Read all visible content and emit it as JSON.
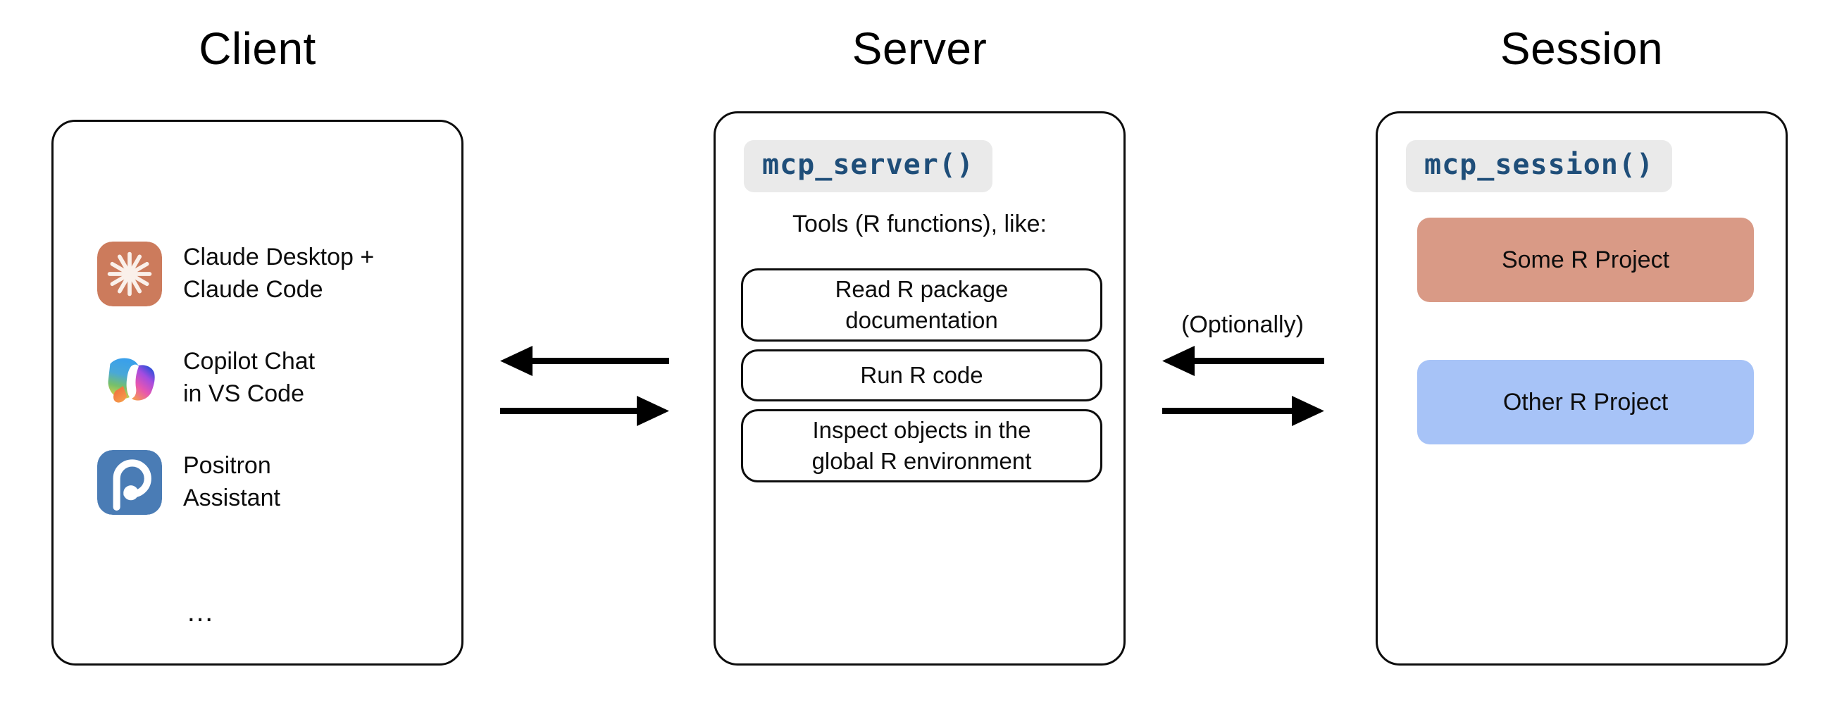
{
  "columns": {
    "client_title": "Client",
    "server_title": "Server",
    "session_title": "Session"
  },
  "client": {
    "items": [
      {
        "icon": "claude-icon",
        "label": "Claude Desktop +\nClaude Code"
      },
      {
        "icon": "copilot-icon",
        "label": "Copilot Chat\nin VS Code"
      },
      {
        "icon": "positron-icon",
        "label": "Positron\nAssistant"
      }
    ],
    "ellipsis": "…"
  },
  "server": {
    "code_chip": "mcp_server()",
    "tools_caption": "Tools (R functions), like:",
    "tools": [
      {
        "label": "Read R package\ndocumentation",
        "lines": 2
      },
      {
        "label": "Run R code",
        "lines": 1
      },
      {
        "label": "Inspect objects in the\nglobal R environment",
        "lines": 2
      }
    ]
  },
  "session": {
    "code_chip": "mcp_session()",
    "projects": [
      {
        "label": "Some R Project",
        "color": "#d99a86"
      },
      {
        "label": "Other R Project",
        "color": "#a7c3f7"
      }
    ]
  },
  "connectors": {
    "client_server": {
      "top_arrow_direction": "left",
      "bottom_arrow_direction": "right"
    },
    "server_session": {
      "label": "(Optionally)",
      "top_arrow_direction": "left",
      "bottom_arrow_direction": "right"
    }
  },
  "colors": {
    "stroke": "#0d0d0d",
    "code_text": "#1f4e79",
    "code_chip_bg": "#eaeaea",
    "claude_bg": "#cc7b5c",
    "claude_mark": "#faf0ea",
    "positron_bg": "#4a7cb5",
    "some_project": "#d99a86",
    "other_project": "#a7c3f7",
    "background": "#ffffff"
  }
}
